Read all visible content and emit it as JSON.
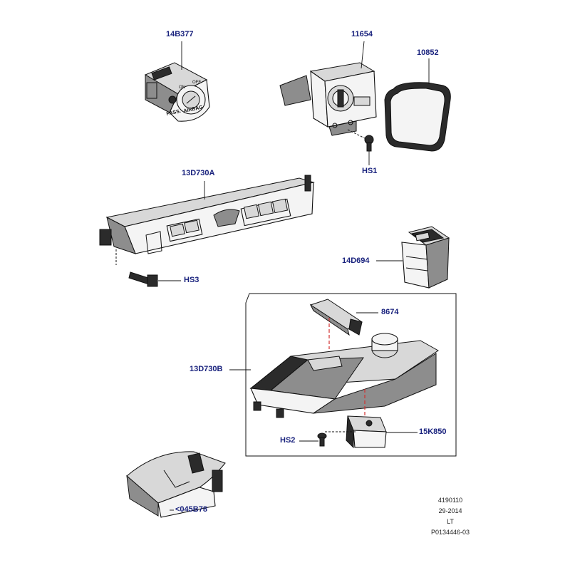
{
  "callouts": {
    "p14B377": "14B377",
    "p11654": "11654",
    "p10852": "10852",
    "pHS1": "HS1",
    "p13D730A": "13D730A",
    "p14D694": "14D694",
    "pHS3": "HS3",
    "p8674": "8674",
    "p13D730B": "13D730B",
    "pHS2": "HS2",
    "p15K850": "15K850",
    "p045B78": "<045B78"
  },
  "part_marks": {
    "airbag_on": "ON",
    "airbag_off": "OFF",
    "airbag_pass": "PASS.",
    "airbag_text": "AIRBAG"
  },
  "stamp": {
    "line1": "4190110",
    "line2": "29-2014",
    "line3": "LT",
    "line4": "P0134446-03"
  },
  "colors": {
    "callout_text": "#1a237e",
    "leader": "#111111",
    "assembly_dash": "#d32f2f"
  }
}
